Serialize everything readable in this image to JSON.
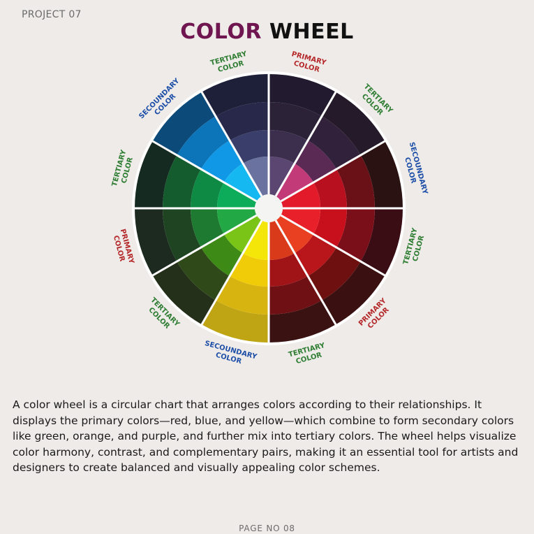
{
  "header": {
    "project": "PROJECT 07"
  },
  "title": {
    "word1": "COLOR",
    "word2": "WHEEL",
    "color1": "#6f1550",
    "color2": "#111111"
  },
  "wheel": {
    "segments": [
      {
        "name": "primary-color-purple",
        "ring": [
          "#221a2e",
          "#2b2238",
          "#3c2f4e",
          "#5a4670"
        ]
      },
      {
        "name": "tertiary-color-violet-red",
        "ring": [
          "#251a2a",
          "#32213a",
          "#5a2a55",
          "#c23a78"
        ]
      },
      {
        "name": "secondary-color-red",
        "ring": [
          "#2b1212",
          "#6a1118",
          "#b8101e",
          "#e21a2a"
        ]
      },
      {
        "name": "tertiary-color-red",
        "ring": [
          "#3a0d14",
          "#7a0f1a",
          "#c8101c",
          "#e8202a"
        ]
      },
      {
        "name": "primary-color-red",
        "ring": [
          "#3a1010",
          "#6e1010",
          "#b8161a",
          "#e84020"
        ]
      },
      {
        "name": "tertiary-color-orange",
        "ring": [
          "#3a1212",
          "#6e1014",
          "#a01418",
          "#d83a1a"
        ]
      },
      {
        "name": "secondary-color-yellow",
        "ring": [
          "#bfa414",
          "#d8b410",
          "#f0cc08",
          "#f5e60a"
        ]
      },
      {
        "name": "tertiary-color-yellow-green",
        "ring": [
          "#25301a",
          "#2f4a18",
          "#3e8a16",
          "#7ac418"
        ]
      },
      {
        "name": "primary-color-green",
        "ring": [
          "#1c2a20",
          "#1f4422",
          "#1e7a30",
          "#22a844"
        ]
      },
      {
        "name": "tertiary-color-green",
        "ring": [
          "#152a20",
          "#145c2e",
          "#0e8a44",
          "#0cac5a"
        ]
      },
      {
        "name": "secondary-color-blue",
        "ring": [
          "#0c4a7a",
          "#0c74b8",
          "#1098e6",
          "#16b8f2"
        ]
      },
      {
        "name": "tertiary-color-blue-violet",
        "ring": [
          "#1e1f38",
          "#27284a",
          "#3a3e6a",
          "#6a72a0"
        ]
      }
    ],
    "labels": [
      {
        "line1": "PRIMARY",
        "line2": "COLOR",
        "color": "#b5282a"
      },
      {
        "line1": "TERTIARY",
        "line2": "COLOR",
        "color": "#2e7d32"
      },
      {
        "line1": "SECOUNDARY",
        "line2": "COLOR",
        "color": "#1e4fa8"
      },
      {
        "line1": "TERTIARY",
        "line2": "COLOR",
        "color": "#2e7d32"
      },
      {
        "line1": "PRIMARY",
        "line2": "COLOR",
        "color": "#b5282a"
      },
      {
        "line1": "TERTIARY",
        "line2": "COLOR",
        "color": "#2e7d32"
      },
      {
        "line1": "SECOUNDARY",
        "line2": "COLOR",
        "color": "#1e4fa8"
      },
      {
        "line1": "TERTIARY",
        "line2": "COLOR",
        "color": "#2e7d32"
      },
      {
        "line1": "PRIMARY",
        "line2": "COLOR",
        "color": "#b5282a"
      },
      {
        "line1": "TERTIARY",
        "line2": "COLOR",
        "color": "#2e7d32"
      },
      {
        "line1": "SECOUNDARY",
        "line2": "COLOR",
        "color": "#1e4fa8"
      },
      {
        "line1": "TERTIARY",
        "line2": "COLOR",
        "color": "#2e7d32"
      }
    ]
  },
  "description": " A color wheel is a circular chart that arranges colors according to their relationships. It displays the primary colors—red, blue, and yellow—which combine to form secondary colors like green, orange, and purple, and further mix into tertiary colors. The wheel helps visualize color harmony, contrast, and complementary pairs, making it an essential tool for artists and designers to create balanced and visually appealing color schemes.",
  "footer": {
    "page_no": "PAGE NO 08"
  }
}
